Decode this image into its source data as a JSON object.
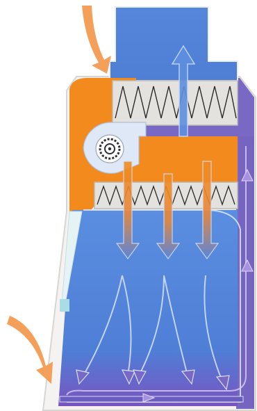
{
  "diagram": {
    "labels": [],
    "colors": {
      "contaminated_air": "#f28a1e",
      "clean_air": "#4f84d6",
      "exhaust_air": "#7a69c4",
      "room_air_arrow": "#f5a05a",
      "filter_media": "#e4e2de",
      "cabinet_frame": "#f4f3f1",
      "sash_glass": "#a8dde6"
    },
    "components": [
      "room-air-intake-arrow-top",
      "room-air-intake-arrow-front",
      "exhaust-duct",
      "exhaust-hepa-filter",
      "blower-fan",
      "supply-hepa-filter",
      "work-zone",
      "front-sash",
      "rear-plenum",
      "front-grille"
    ],
    "airflow": {
      "downflow_streams": 3,
      "split_streams": 3,
      "exhaust_arrows": 1,
      "intake_arrows": 2
    }
  }
}
